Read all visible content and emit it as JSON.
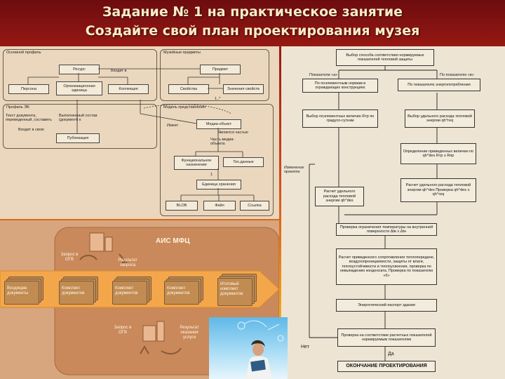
{
  "title": {
    "line1": "Задание № 1 на практическое занятие",
    "line2": "Создайте свой план проектирования музея"
  },
  "uml": {
    "groups": [
      "Основной профиль",
      "Музейные предметы",
      "Профиль ЭБ",
      "Модель представления"
    ],
    "boxes": {
      "resource": "Ресурс",
      "subject": "Предмет",
      "person": "Персона",
      "org": "Организационная единица",
      "collection": "Коллекция",
      "properties": "Свойства",
      "prop_values": "Значения свойств",
      "publication": "Публикация",
      "media": "Медиа-объект",
      "functional": "Функциональное назначение",
      "techspec": "Тех.данные",
      "storage": "Единица хранения",
      "blob": "BLOB",
      "file": "Файл",
      "link": "Ссылка"
    },
    "labels": {
      "l1": "Входит в",
      "l2": "Текст документа, переведенный, составить",
      "l3": "Входит в свою",
      "l4": "Выполненный состав (документ) к",
      "l5": "Является частью",
      "l6": "Часть медиа-объекта",
      "l7": "Имеет",
      "l8": "1..*",
      "l9": "1"
    }
  },
  "flow": {
    "start": "Выбор способа соответствия нормируемых показателей тепловой защиты",
    "left_label": "Показатели «а»",
    "right_label": "По показателю «в»",
    "b1": "По поэлементным нормам в ограждающих конструкциях",
    "b2": "По показателю энергопотребления",
    "b3": "Выбор поэлементных величин Rтр по градусо-суткам",
    "b4": "Выбор удельного расхода тепловой энергии qh^req",
    "b5": "Определение приведенных величин по qh^des  Rтр ≥ Rпр",
    "b6": "Расчет удельного расхода тепловой энергии qh^des",
    "b7": "Расчет удельного расхода тепловой энергии qh^des  Проверка qh^des ≤ qh^req",
    "b8": "Проверка ограничения температуры на внутренней поверхности Δtв ≤ Δtн",
    "b9": "Расчет приведенного сопротивления теплопередаче, воздухопроницаемости, защиты от влаги, теплоустойчивости и теплоусвоения, проверка по невыпадению конденсата. Проверка по показателю «б»",
    "b10": "Энергетический паспорт здания",
    "b11": "Проверка на соответствие расчетных показателей нормируемым показателям",
    "end": "ОКОНЧАНИЕ ПРОЕКТИРОВАНИЯ",
    "no": "Нет",
    "yes": "Да",
    "side": "Изменение проекта"
  },
  "mfc": {
    "title": "АИС МФЦ",
    "req_top": "Запрос в ОГВ",
    "res_top": "Результат запроса",
    "docs": [
      "Входящие документы",
      "Комплект документов",
      "Комплект документов",
      "Комплект документов",
      "Итоговый комплект документов"
    ],
    "req_bottom": "Запрос в ОГВ",
    "res_bottom": "Результат оказания услуги"
  },
  "colors": {
    "title_text": "#f8ecc8",
    "bg_top": "#6d0c10",
    "bg_bottom": "#f9cf2a",
    "panel": "#ead7bd",
    "mfc_bg": "#d7a57e",
    "arrow": "#f4a64a"
  }
}
